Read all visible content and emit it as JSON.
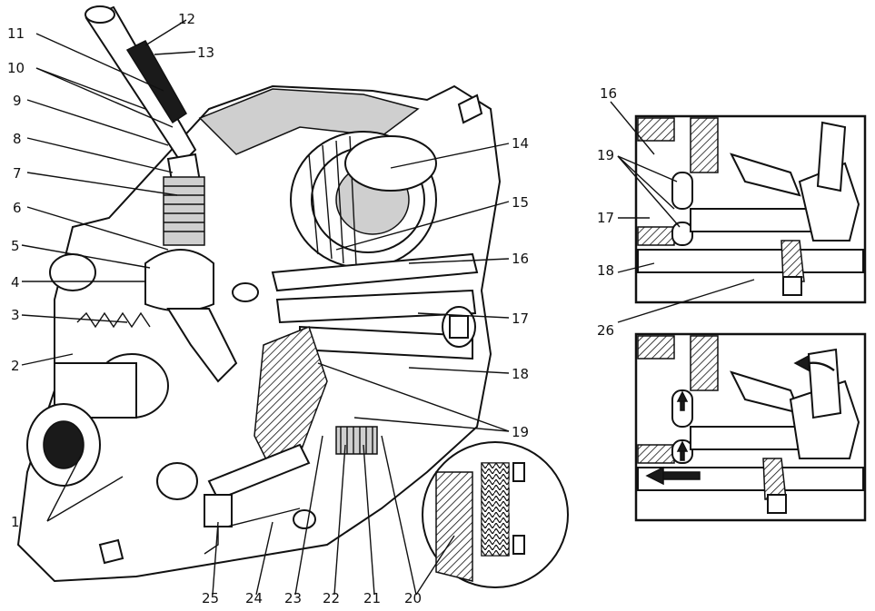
{
  "callouts_main": [
    "1",
    "2",
    "3",
    "4",
    "5",
    "6",
    "7",
    "8",
    "9",
    "10",
    "11",
    "12",
    "13",
    "14",
    "15",
    "16",
    "17",
    "18",
    "19",
    "20",
    "21",
    "22",
    "23",
    "24",
    "25"
  ],
  "callouts_inset": [
    "16",
    "19",
    "17",
    "18",
    "26"
  ]
}
